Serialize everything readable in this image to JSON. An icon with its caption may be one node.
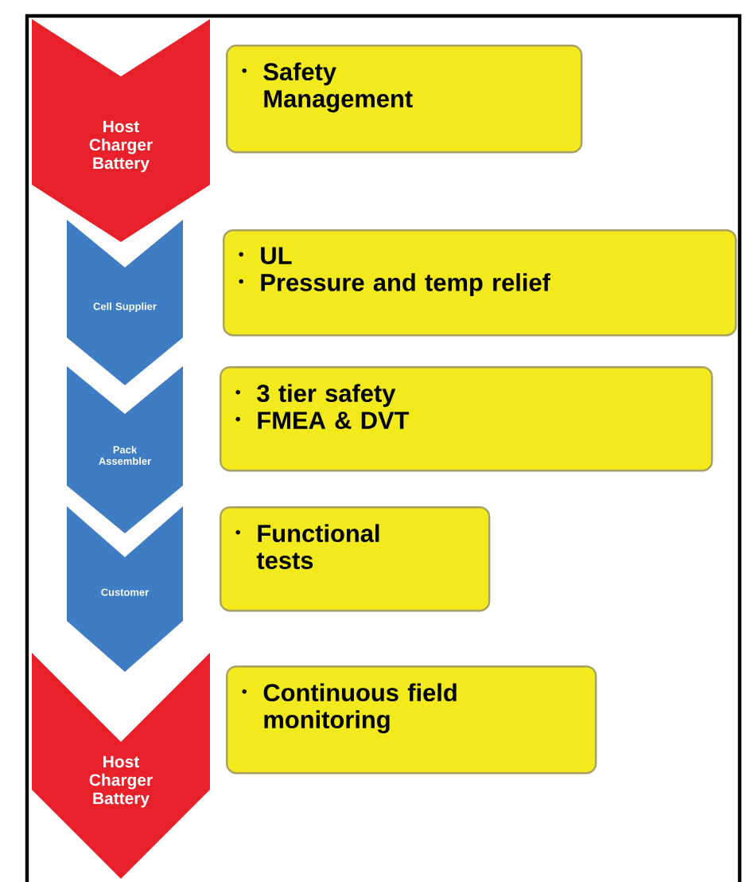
{
  "diagram": {
    "nodes": [
      {
        "text": [
          "Host Charger Battery"
        ]
      },
      {
        "text": [
          "Safety Management"
        ]
      },
      {
        "text": [
          "Cell Supplier"
        ]
      },
      {
        "text": [
          "UL",
          "Pressure and temp relief"
        ]
      },
      {
        "text": [
          "Pack Assembler"
        ]
      },
      {
        "text": [
          "3 tier safety",
          "FMEA & DVT"
        ]
      },
      {
        "text": [
          "Customer"
        ]
      },
      {
        "text": [
          "Functional tests"
        ]
      },
      {
        "text": [
          "Host Charger Battery"
        ]
      },
      {
        "text": [
          "Continuous field monitoring"
        ]
      }
    ]
  }
}
